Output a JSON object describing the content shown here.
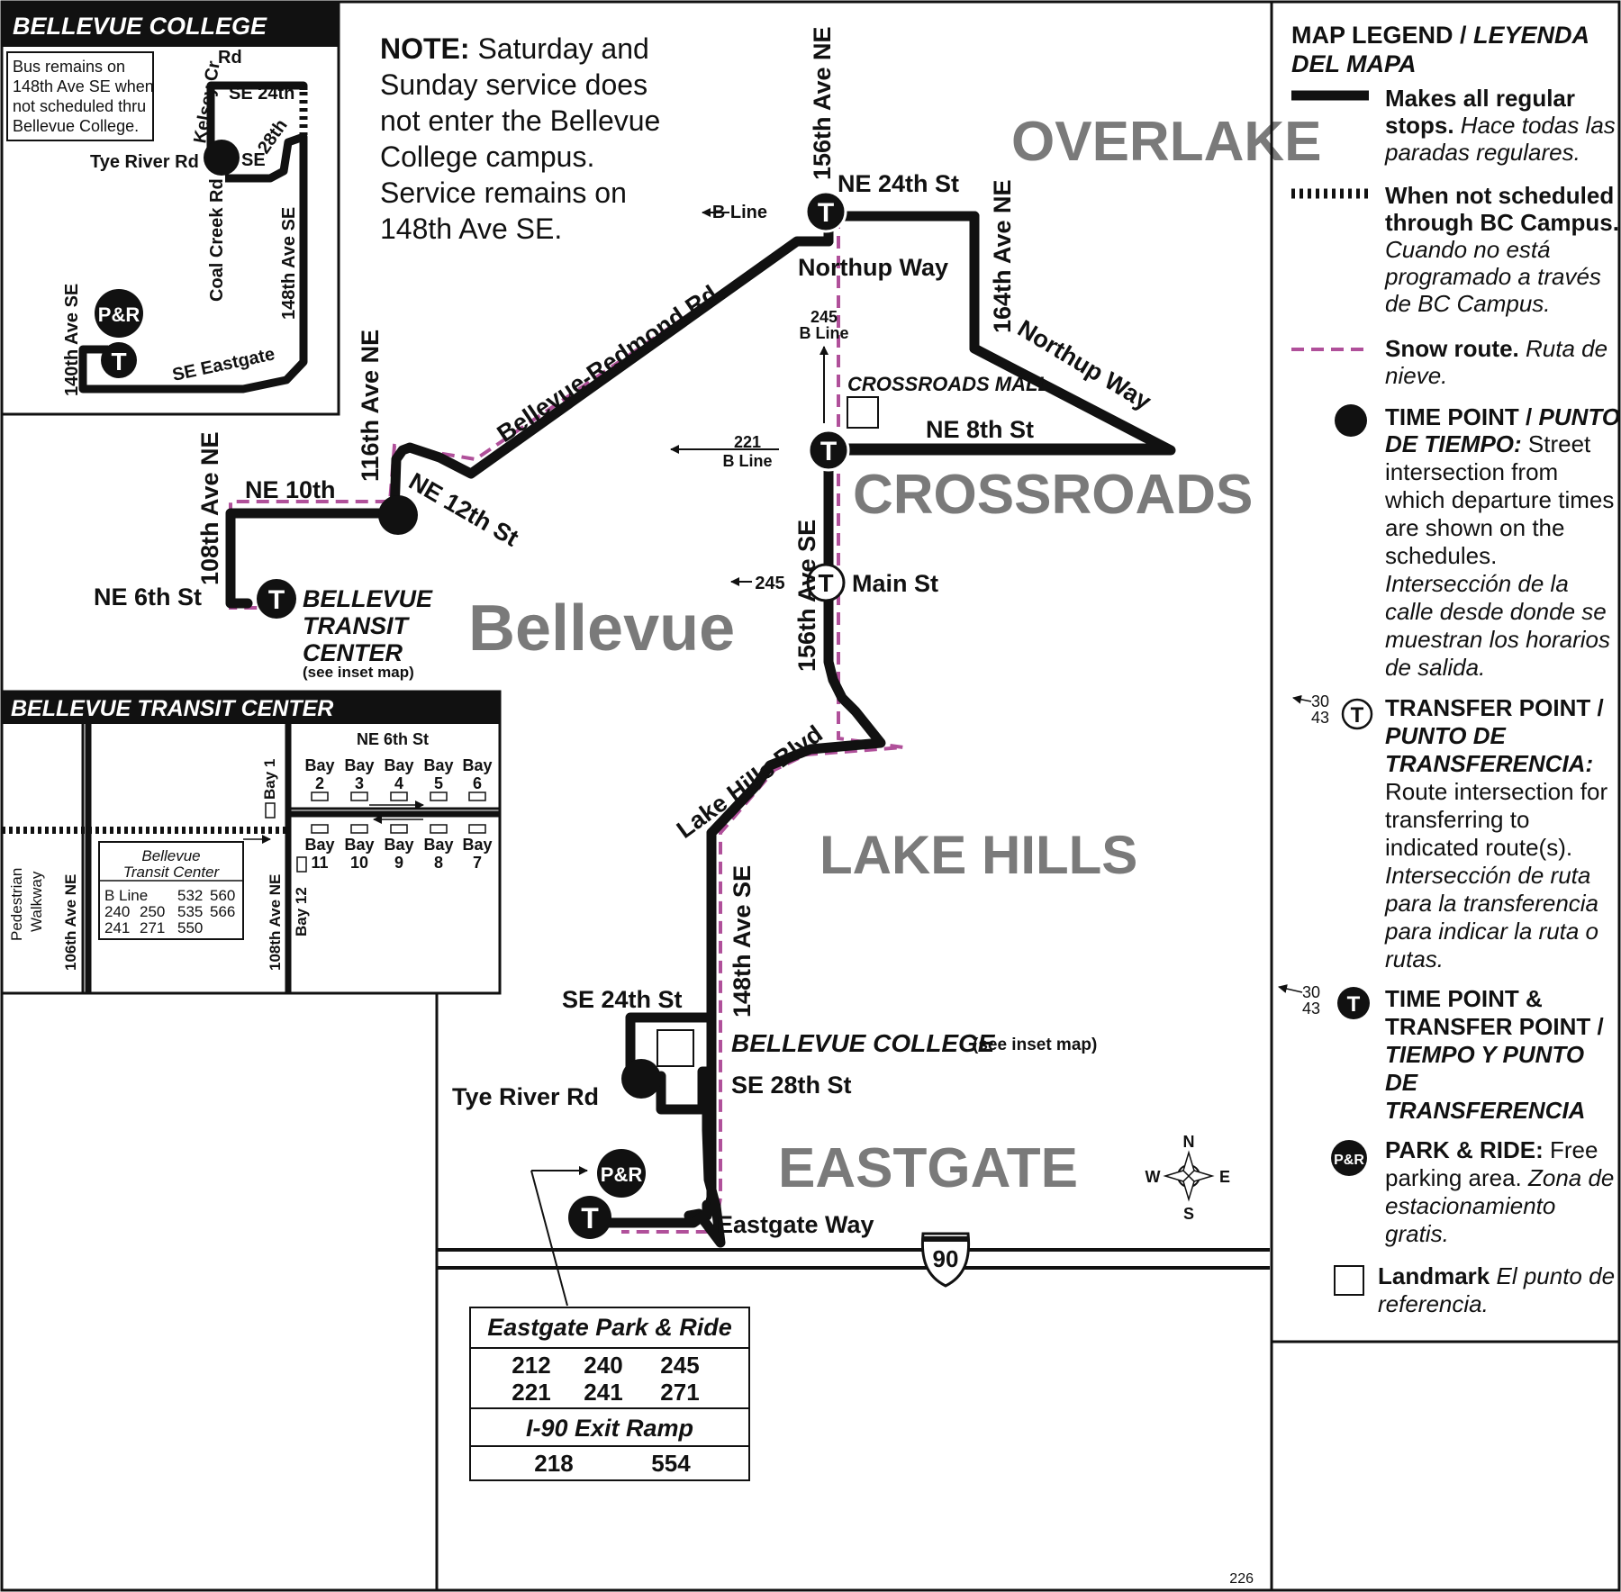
{
  "colors": {
    "route": "#111111",
    "snow_route": "#b0509a",
    "area_label": "#7a7a7a",
    "background": "#ffffff"
  },
  "map": {
    "note": {
      "prefix": "NOTE:",
      "lines": [
        " Saturday and",
        "Sunday service does",
        "not enter the Bellevue",
        "College campus.",
        "Service remains on",
        "148th Ave SE."
      ]
    },
    "areas": {
      "overlake": "OVERLAKE",
      "crossroads": "CROSSROADS",
      "bellevue": "Bellevue",
      "lake_hills": "LAKE HILLS",
      "eastgate": "EASTGATE"
    },
    "streets": {
      "ave156": "156th Ave NE",
      "ne24": "NE 24th St",
      "northup_way": "Northup Way",
      "ave164": "164th Ave NE",
      "northup_way_diag": "Northup Way",
      "crossroads_mall": "CROSSROADS MALL",
      "ne8": "NE 8th St",
      "bel_redmond": "Bellevue-Redmond Rd",
      "ave116": "116th Ave NE",
      "ne10": "NE 10th",
      "ne12": "NE 12th St",
      "ave108": "108th Ave NE",
      "ne6": "NE 6th St",
      "btc_1": "BELLEVUE",
      "btc_2": "TRANSIT",
      "btc_3": "CENTER",
      "see_inset": "(see inset map)",
      "ave156se": "156th Ave SE",
      "main_st": "Main St",
      "lake_hills_blvd": "Lake Hills Blvd",
      "ave148se": "148th Ave SE",
      "se24": "SE 24th St",
      "bellevue_college": "BELLEVUE COLLEGE",
      "see_inset2": "(see inset map)",
      "tye_river": "Tye River Rd",
      "se28": "SE 28th St",
      "eastgate_way": "Eastgate Way"
    },
    "transfer_labels": {
      "b_line_top": "B Line",
      "n245": "245",
      "b_line_245": "B Line",
      "n221": "221",
      "b_line_221": "B Line",
      "n245_main": "245"
    },
    "icons": {
      "transit": "T",
      "park_ride": "P&R"
    },
    "freeway_shield": "90",
    "compass": {
      "n": "N",
      "s": "S",
      "e": "E",
      "w": "W"
    },
    "page_number": "226"
  },
  "inset_college": {
    "title": "BELLEVUE COLLEGE",
    "note_lines": [
      "Bus remains on",
      "148th Ave SE when",
      "not scheduled thru",
      "Bellevue College."
    ],
    "labels": {
      "rd": "Rd",
      "kelsey": "Kelsey Cr",
      "se24": "SE 24th",
      "tye": "Tye River Rd",
      "se": "SE",
      "n28": "28th",
      "coal": "Coal Creek Rd",
      "ave148": "148th Ave SE",
      "ave140": "140th Ave SE",
      "se_eastgate": "SE Eastgate"
    }
  },
  "inset_btc": {
    "title": "BELLEVUE TRANSIT CENTER",
    "ne6": "NE 6th St",
    "bay_word": "Bay",
    "bays_top": [
      "2",
      "3",
      "4",
      "5",
      "6"
    ],
    "bays_bottom": [
      "11",
      "10",
      "9",
      "8",
      "7"
    ],
    "bay1": "Bay 1",
    "bay12": "Bay 12",
    "box_title": [
      "Bellevue",
      "Transit Center"
    ],
    "routes": [
      [
        "B Line",
        "532",
        "560"
      ],
      [
        "240",
        "250",
        "535",
        "566"
      ],
      [
        "241",
        "271",
        "550"
      ]
    ],
    "pedestrian": [
      "Pedestrian",
      "Walkway"
    ],
    "ave106": "106th Ave NE",
    "ave108": "108th Ave NE"
  },
  "eastgate_box": {
    "title": "Eastgate Park & Ride",
    "routes": [
      [
        "212",
        "240",
        "245"
      ],
      [
        "221",
        "241",
        "271"
      ]
    ],
    "ramp_title": "I-90 Exit Ramp",
    "ramp_routes": [
      "218",
      "554"
    ]
  },
  "legend": {
    "title_1": "MAP LEGEND / ",
    "title_1_it": "LEYENDA",
    "title_2": "DEL MAPA",
    "regular": {
      "bold": "Makes all regular",
      "bold2": "stops.",
      "it1": " Hace todas las",
      "it2": "paradas regulares."
    },
    "not_scheduled": {
      "bold1": "When not scheduled",
      "bold2": "through BC Campus.",
      "it1": "Cuando no está",
      "it2": "programado a través",
      "it3": "de BC Campus."
    },
    "snow": {
      "bold": "Snow route.",
      "it1": " Ruta de",
      "it2": "nieve."
    },
    "time_point": {
      "b1": "TIME POINT / ",
      "bi1": "PUNTO",
      "bi2": "DE TIEMPO:",
      "t2": " Street",
      "lines": [
        "intersection from",
        "which departure times",
        "are shown on the",
        "schedules."
      ],
      "it": [
        "Intersección de la",
        "calle desde donde se",
        "muestran los horarios",
        "de salida."
      ]
    },
    "transfer_point": {
      "b1": "TRANSFER POINT /",
      "bi": [
        "PUNTO DE",
        "TRANSFERENCIA:"
      ],
      "lines": [
        "Route intersection for",
        "transferring to",
        "indicated route(s)."
      ],
      "it": [
        "Intersección de ruta",
        "para la transferencia",
        "para indicar la ruta o",
        "rutas."
      ],
      "n30": "30",
      "n43": "43"
    },
    "time_transfer": {
      "b": [
        "TIME POINT &",
        "TRANSFER POINT /"
      ],
      "bi": [
        "TIEMPO Y PUNTO",
        "DE",
        "TRANSFERENCIA"
      ],
      "n30": "30",
      "n43": "43"
    },
    "park_ride": {
      "b": "PARK & RIDE:",
      "t": " Free",
      "t2": "parking area.",
      "it2": " Zona de",
      "it3": "estacionamiento",
      "it4": "gratis."
    },
    "landmark": {
      "b": "Landmark",
      "it": " El punto de",
      "it2": "referencia."
    }
  }
}
